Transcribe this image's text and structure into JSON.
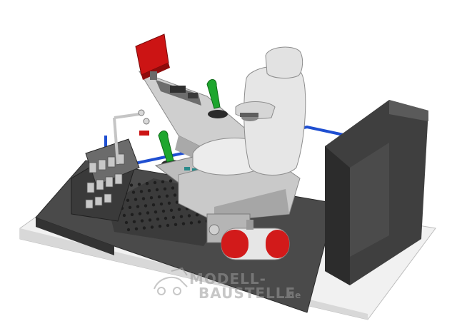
{
  "watermark": {
    "line1": "MODELL-",
    "line2": "BAUSTELLE",
    "suffix": ".de"
  },
  "colors": {
    "background": "#ffffff",
    "base_plate": "#f1f1f1",
    "platform": "#4a4a4a",
    "dark_panel": "#3a3a3a",
    "seat": "#e8e8e8",
    "joystick": "#1ea62e",
    "monitor": "#cc1414",
    "extinguisher_red": "#d21a1a",
    "accent_blue": "#1f4fd1",
    "watermark": "#9a9a9a"
  }
}
